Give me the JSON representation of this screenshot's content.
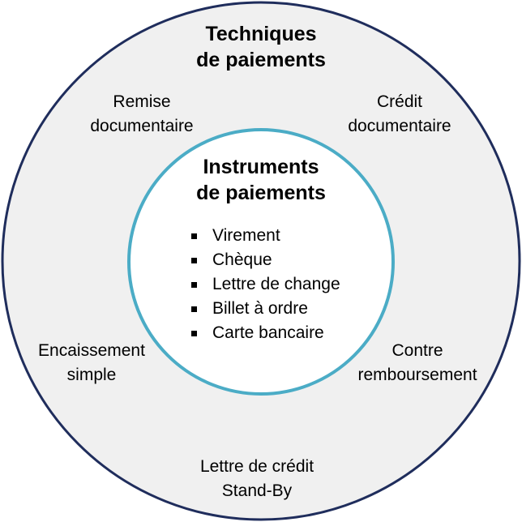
{
  "colors": {
    "outer_fill": "#f0f0f0",
    "outer_stroke": "#1f2d5c",
    "inner_fill": "#ffffff",
    "inner_stroke": "#4bacc6"
  },
  "outer": {
    "title_line1": "Techniques",
    "title_line2": "de paiements"
  },
  "inner": {
    "title_line1": "Instruments",
    "title_line2": "de paiements",
    "items": [
      "Virement",
      "Chèque",
      "Lettre de change",
      "Billet à ordre",
      "Carte bancaire"
    ]
  },
  "techniques": {
    "remise": [
      "Remise",
      "documentaire"
    ],
    "credit": [
      "Crédit",
      "documentaire"
    ],
    "encaissement": [
      "Encaissement",
      "simple"
    ],
    "contre": [
      "Contre",
      "remboursement"
    ],
    "standby": [
      "Lettre de crédit",
      "Stand-By"
    ]
  }
}
